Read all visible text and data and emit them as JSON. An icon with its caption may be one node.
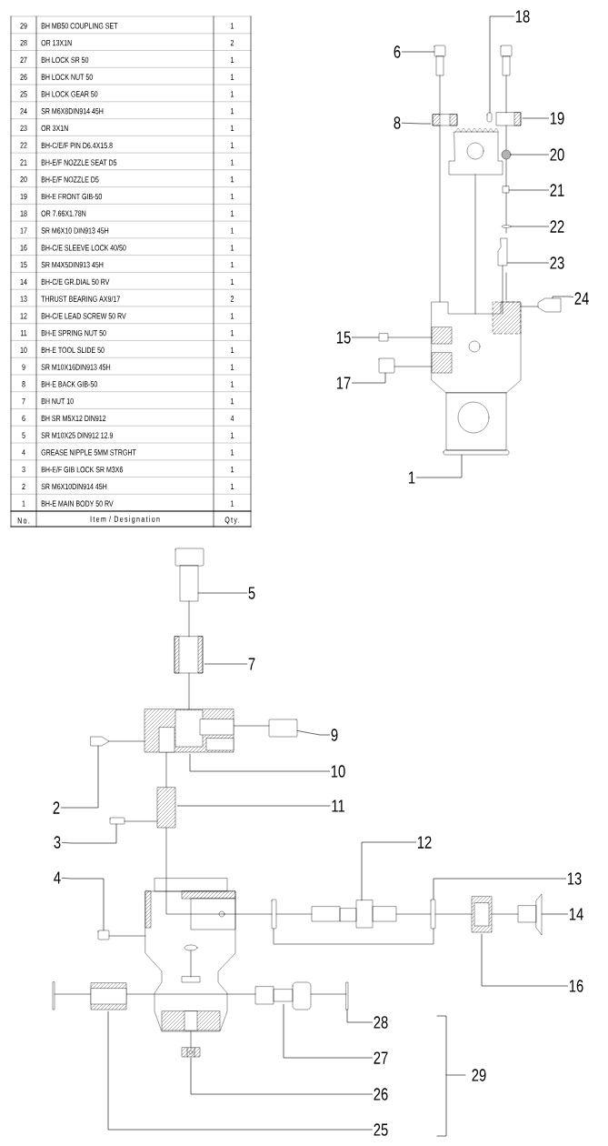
{
  "diagram": {
    "nodes": [
      {
        "text": [
          "18"
        ]
      },
      {
        "text": [
          "6"
        ]
      },
      {
        "text": [
          "8"
        ]
      },
      {
        "text": [
          "19"
        ]
      },
      {
        "text": [
          "20"
        ]
      },
      {
        "text": [
          "21"
        ]
      },
      {
        "text": [
          "22"
        ]
      },
      {
        "text": [
          "23"
        ]
      },
      {
        "text": [
          "24"
        ]
      },
      {
        "text": [
          "15"
        ]
      },
      {
        "text": [
          "17"
        ]
      },
      {
        "text": [
          "1"
        ]
      },
      {
        "text": [
          "5"
        ]
      },
      {
        "text": [
          "7"
        ]
      },
      {
        "text": [
          "9"
        ]
      },
      {
        "text": [
          "10"
        ]
      },
      {
        "text": [
          "2"
        ]
      },
      {
        "text": [
          "11"
        ]
      },
      {
        "text": [
          "3"
        ]
      },
      {
        "text": [
          "12"
        ]
      },
      {
        "text": [
          "4"
        ]
      },
      {
        "text": [
          "13"
        ]
      },
      {
        "text": [
          "14"
        ]
      },
      {
        "text": [
          "16"
        ]
      },
      {
        "text": [
          "28"
        ]
      },
      {
        "text": [
          "27"
        ]
      },
      {
        "text": [
          "29"
        ]
      },
      {
        "text": [
          "26"
        ]
      },
      {
        "text": [
          "25"
        ]
      },
      {
        "text": [],
        "shape": "picture"
      },
      {
        "text": [],
        "shape": "picture"
      },
      {
        "text": [],
        "shape": "picture"
      },
      {
        "text": [],
        "shape": "picture"
      },
      {
        "text": [],
        "shape": "picture"
      },
      {
        "text": [],
        "shape": "picture"
      },
      {
        "text": [],
        "shape": "picture"
      },
      {
        "text": [],
        "shape": "picture"
      },
      {
        "text": [],
        "shape": "picture"
      },
      {
        "text": [],
        "shape": "picture"
      },
      {
        "text": [],
        "shape": "picture"
      },
      {
        "text": [],
        "shape": "picture"
      },
      {
        "text": [],
        "shape": "picture"
      },
      {
        "text": [],
        "shape": "picture"
      },
      {
        "text": [],
        "shape": "box"
      },
      {
        "text": [],
        "shape": "picture"
      },
      {
        "text": [],
        "shape": "picture"
      },
      {
        "text": [],
        "shape": "picture"
      },
      {
        "text": [],
        "shape": "picture"
      },
      {
        "text": [],
        "shape": "picture"
      },
      {
        "text": [],
        "shape": "picture"
      },
      {
        "text": [],
        "shape": "picture"
      },
      {
        "text": [],
        "shape": "picture"
      },
      {
        "text": [],
        "shape": "picture"
      },
      {
        "text": [],
        "shape": "box"
      },
      {
        "text": [],
        "shape": "picture"
      },
      {
        "text": [],
        "shape": "picture"
      },
      {
        "text": [],
        "shape": "picture"
      }
    ],
    "edges": [
      {
        "from": 0,
        "to": 29,
        "arrow": "none"
      },
      {
        "from": 1,
        "to": 30,
        "arrow": "none"
      },
      {
        "from": 2,
        "to": 31,
        "arrow": "none"
      },
      {
        "from": 3,
        "to": 32,
        "arrow": "none"
      },
      {
        "from": 4,
        "to": 33,
        "arrow": "none"
      },
      {
        "from": 5,
        "to": 34,
        "arrow": "none"
      },
      {
        "from": 6,
        "to": 35,
        "arrow": "none"
      },
      {
        "from": 7,
        "to": 36,
        "arrow": "none"
      },
      {
        "from": 8,
        "to": 37,
        "arrow": "none"
      },
      {
        "from": 9,
        "to": 38,
        "arrow": "none"
      },
      {
        "from": 10,
        "to": 39,
        "arrow": "none"
      },
      {
        "from": 11,
        "to": 40,
        "arrow": "none"
      },
      {
        "from": 12,
        "to": 41,
        "arrow": "none"
      },
      {
        "from": 13,
        "to": 42,
        "arrow": "none"
      },
      {
        "from": 14,
        "to": 43,
        "arrow": "none"
      },
      {
        "from": 15,
        "to": 44,
        "arrow": "none"
      },
      {
        "from": 16,
        "to": 45,
        "arrow": "none"
      },
      {
        "from": 17,
        "to": 46,
        "arrow": "none"
      },
      {
        "from": 18,
        "to": 47,
        "arrow": "none"
      },
      {
        "from": 19,
        "to": 48,
        "arrow": "none"
      },
      {
        "from": 20,
        "to": 49,
        "arrow": "none"
      },
      {
        "from": 21,
        "to": 50,
        "arrow": "none"
      },
      {
        "from": 22,
        "to": 51,
        "arrow": "none"
      },
      {
        "from": 23,
        "to": 52,
        "arrow": "none"
      },
      {
        "from": 24,
        "to": 53,
        "arrow": "none"
      },
      {
        "from": 25,
        "to": 54,
        "arrow": "none"
      },
      {
        "from": 27,
        "to": 55,
        "arrow": "none"
      },
      {
        "from": 28,
        "to": 56,
        "arrow": "none"
      }
    ],
    "labels": [
      "29",
      "BH MB50 COUPLING SET",
      "1",
      "28",
      "OR 13X1N",
      "2",
      "27",
      "BH LOCK SR 50",
      "1",
      "26",
      "BH LOCK NUT 50",
      "1",
      "25",
      "BH LOCK GEAR 50",
      "1",
      "24",
      "SR M6X8DIN914 45H",
      "1",
      "23",
      "OR 3X1N",
      "1",
      "22",
      "BH-C/E/F PIN  D6.4X15.8",
      "1",
      "21",
      "BH-E/F NOZZLE SEAT D5",
      "1",
      "20",
      "BH-E/F NOZZLE  D5",
      "1",
      "19",
      "BH-E FRONT GIB-50",
      "1",
      "18",
      "OR 7.66X1.78N",
      "1",
      "17",
      "SR M6X10 DIN913 45H",
      "1",
      "16",
      "BH-C/E SLEEVE LOCK 40/50",
      "1",
      "15",
      "SR M4X5DIN913 45H",
      "1",
      "14",
      "BH-C/E GR.DIAL 50 RV",
      "1",
      "13",
      "THRUST BEARING AX9/17",
      "2",
      "12",
      "BH-C/E LEAD SCREW 50 RV",
      "1",
      "11",
      "BH-E SPRING NUT 50",
      "1",
      "10",
      "BH-E TOOL SLIDE 50",
      "1",
      "9",
      "SR M10X16DIN913 45H",
      "1",
      "8",
      "BH-E BACK GIB-50",
      "1",
      "7",
      "BH NUT 10",
      "1",
      "6",
      "BH SR M5X12 DIN912",
      "4",
      "5",
      "SR M10X25 DIN912 12.9",
      "1",
      "4",
      "GREASE NIPPLE 5MM STRGHT",
      "1",
      "3",
      "BH-E/F GIB LOCK SR M3X6",
      "1",
      "2",
      "SR M6X10DIN914 45H",
      "1",
      "1",
      "BH-E MAIN BODY 50 RV",
      "1",
      "No.",
      "Item / Designation",
      "Qty."
    ]
  }
}
